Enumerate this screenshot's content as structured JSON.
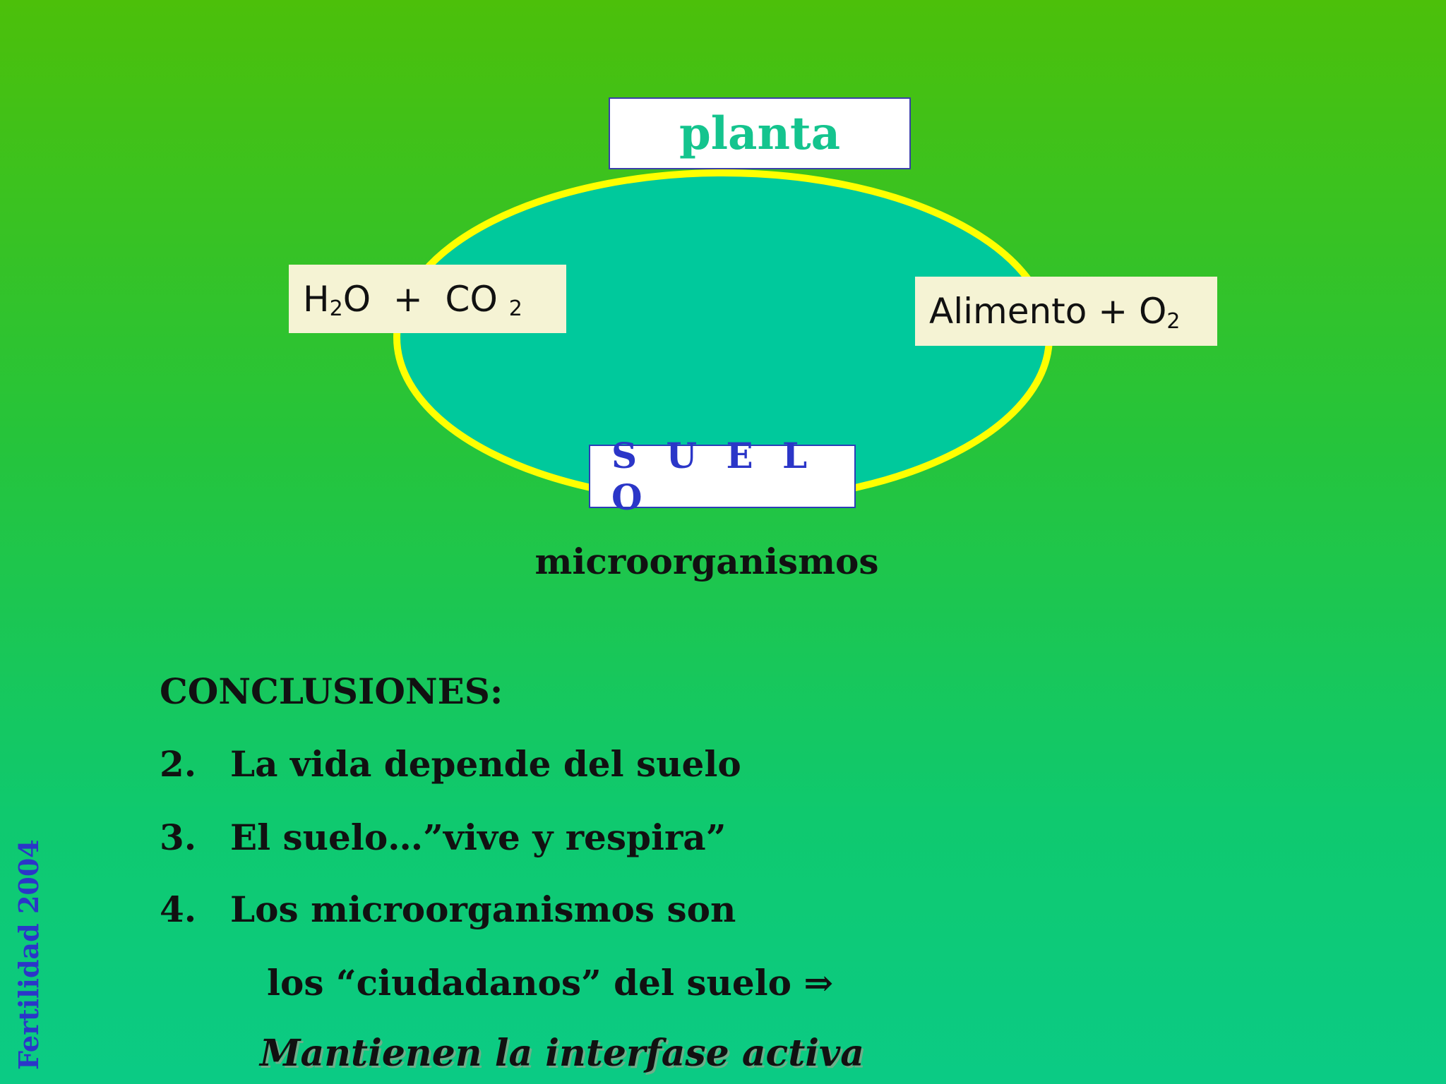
{
  "colors": {
    "cycle_fill": "#00c99c",
    "cycle_stroke": "#ffff00",
    "planta_text": "#14c48e",
    "suelo_text": "#2b36c8",
    "footer_text": "#2b36c8"
  },
  "diagram": {
    "top_node": "planta",
    "bottom_node": "S U E L O",
    "left_node": {
      "a": "H",
      "sub_a": "2",
      "b": "O  +  CO",
      "sub_b": "2"
    },
    "right_node": {
      "a": "Alimento + O",
      "sub_a": "2"
    },
    "below_label": "microorganismos"
  },
  "conclusions": {
    "heading": "CONCLUSIONES:",
    "items": [
      {
        "num": "2.",
        "text": "La vida depende del suelo"
      },
      {
        "num": "3.",
        "text": "El suelo…”vive y respira”"
      },
      {
        "num": "4.",
        "text": "Los microorganismos son"
      }
    ],
    "continuation": "los “ciudadanos” del suelo ⇒",
    "emphasis": "Mantienen la interfase activa"
  },
  "footer": "Fertilidad 2004"
}
